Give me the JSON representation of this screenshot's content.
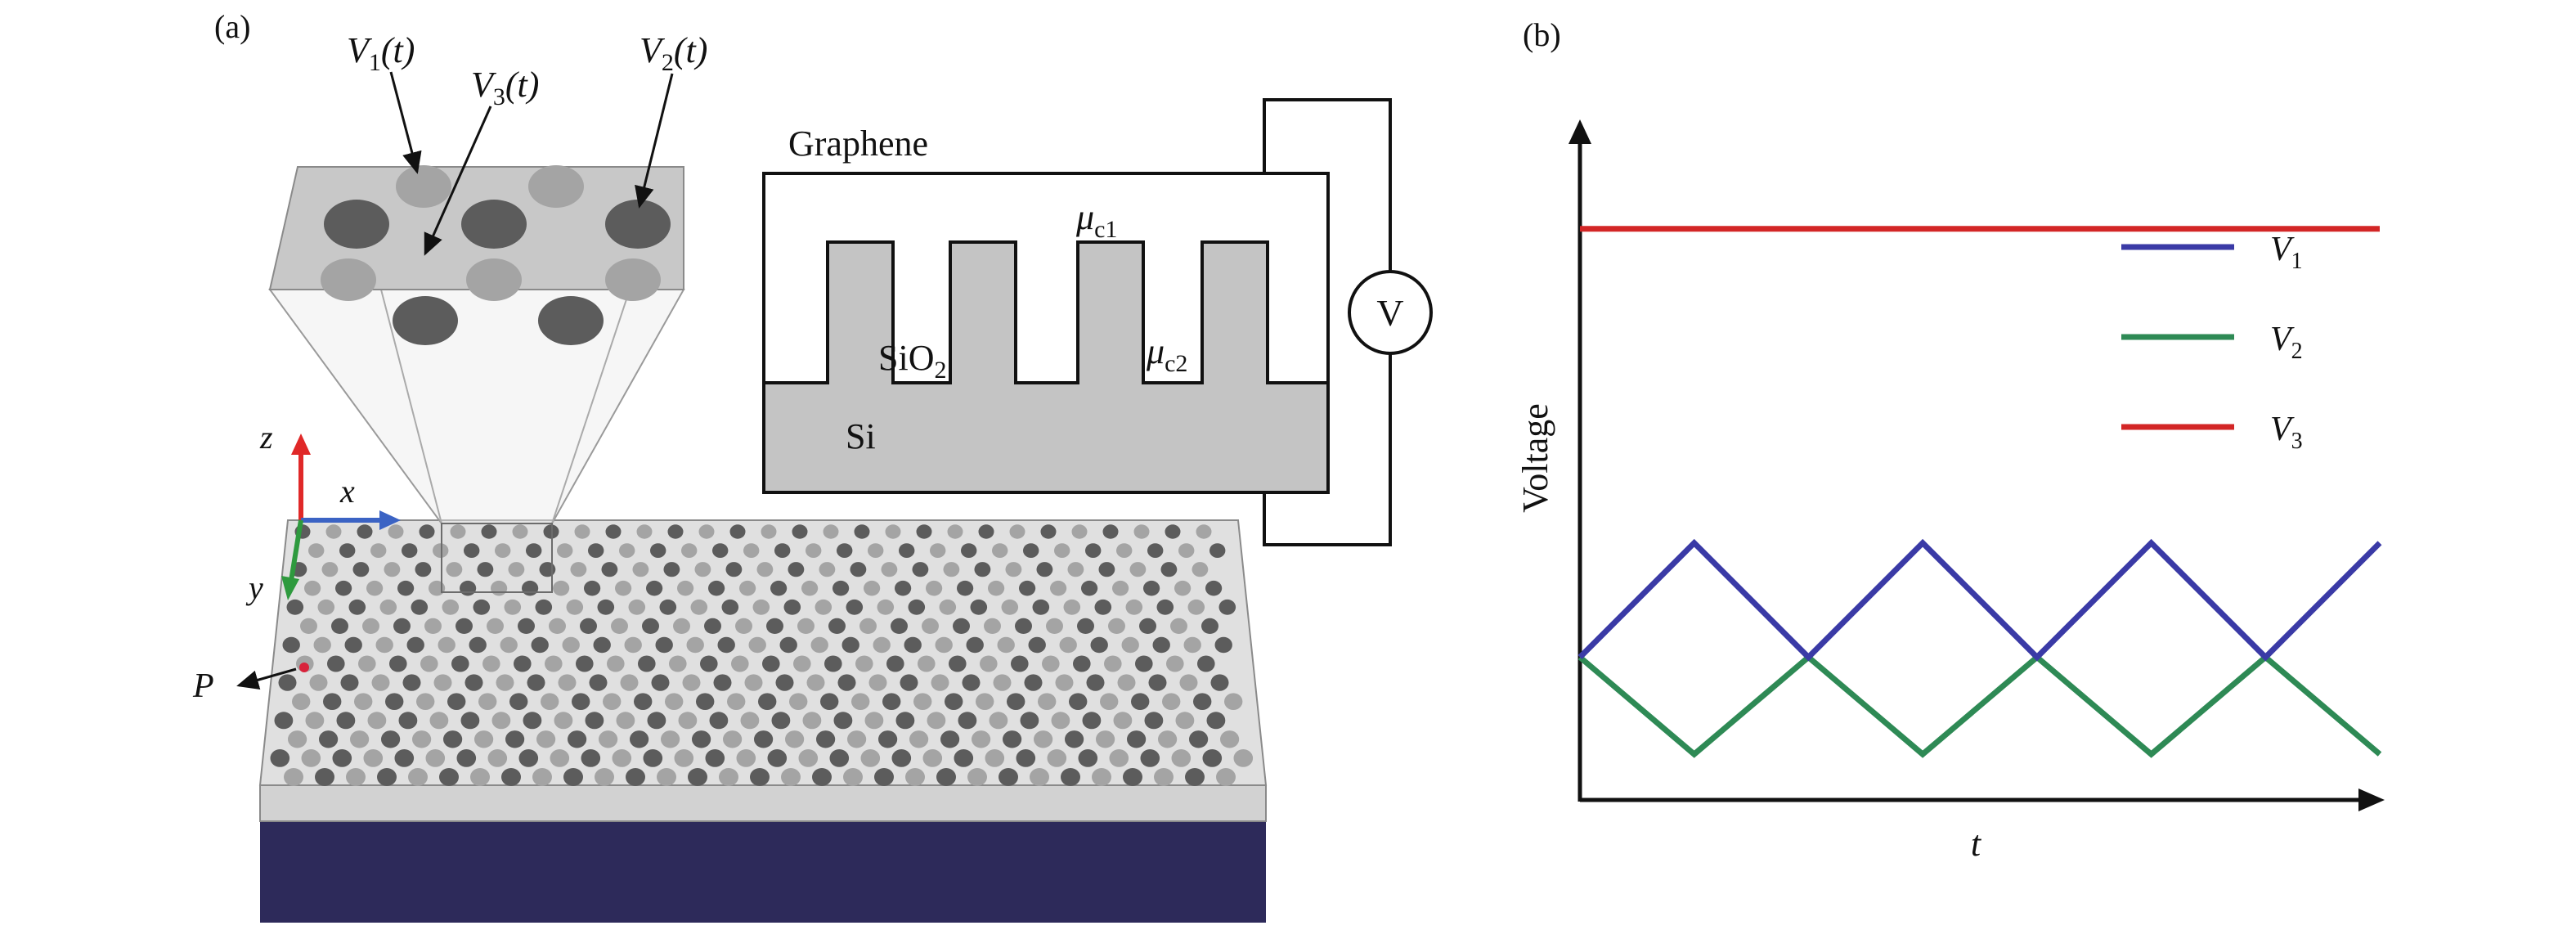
{
  "panel_a": {
    "label": "(a)",
    "labels": {
      "v1": {
        "base": "V",
        "sub": "1",
        "arg": "(t)"
      },
      "v3": {
        "base": "V",
        "sub": "3",
        "arg": "(t)"
      },
      "v2": {
        "base": "V",
        "sub": "2",
        "arg": "(t)"
      }
    },
    "axes": {
      "x": "x",
      "y": "y",
      "z": "z"
    },
    "point": "P",
    "cross_section": {
      "graphene": "Graphene",
      "sio2": {
        "base": "SiO",
        "sub": "2"
      },
      "si": "Si",
      "mu_c1": {
        "base": "μ",
        "sub": "c1"
      },
      "mu_c2": {
        "base": "μ",
        "sub": "c2"
      },
      "voltmeter": "V"
    },
    "colors": {
      "dark_hole": "#5c5c5c",
      "light_hole": "#a4a4a4",
      "substrate": "#2d2a5a",
      "slab": "#e0e0e0",
      "cross_section_fill": "#c4c4c4",
      "axis_x": "#3b63c4",
      "axis_y": "#2e9a3e",
      "axis_z": "#e02828",
      "point_p": "#d8233b"
    }
  },
  "panel_b": {
    "label": "(b)",
    "ylabel": "Voltage",
    "xlabel": "t",
    "legend": [
      {
        "base": "V",
        "sub": "1"
      },
      {
        "base": "V",
        "sub": "2"
      },
      {
        "base": "V",
        "sub": "3"
      }
    ],
    "colors": {
      "v1": "#3a3aa6",
      "v2": "#2e8a55",
      "v3": "#d32626"
    }
  },
  "chart_data": {
    "type": "line",
    "xlabel": "t",
    "ylabel": "Voltage",
    "x": [
      0,
      1,
      2,
      3,
      4,
      5,
      6,
      7
    ],
    "series": [
      {
        "name": "V1",
        "values": [
          0.25,
          0.45,
          0.25,
          0.45,
          0.25,
          0.45,
          0.25,
          0.45
        ]
      },
      {
        "name": "V2",
        "values": [
          0.25,
          0.08,
          0.25,
          0.08,
          0.25,
          0.08,
          0.25,
          0.08
        ]
      },
      {
        "name": "V3",
        "values": [
          1,
          1,
          1,
          1,
          1,
          1,
          1,
          1
        ]
      }
    ],
    "ylim": [
      0,
      1.1
    ],
    "legend_position": "right",
    "grid": false
  }
}
